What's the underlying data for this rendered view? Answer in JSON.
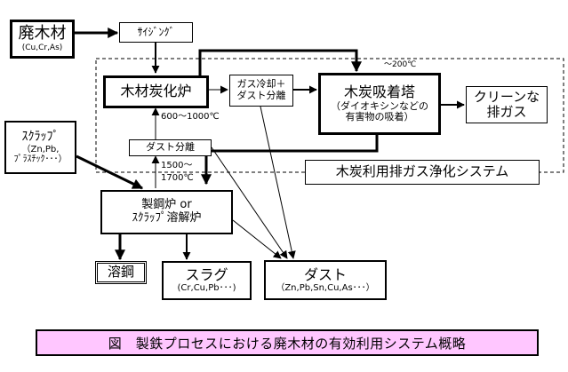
{
  "nodes": {
    "waste_wood": {
      "label": "廃木材",
      "sub": "(Cu,Cr,As)"
    },
    "sizing": {
      "label": "ｻｲｼﾞﾝｸﾞ"
    },
    "carbonizer": {
      "label": "木材炭化炉"
    },
    "gas_cooling": {
      "line1": "ガス冷却＋",
      "line2": "ダスト分離"
    },
    "adsorption_tower": {
      "label": "木炭吸着塔",
      "sub1": "（ダイオキシンなどの",
      "sub2": "有害物の吸着）"
    },
    "clean_gas": {
      "line1": "クリーンな",
      "line2": "排ガス"
    },
    "scrap": {
      "label": "ｽｸﾗｯﾌﾟ",
      "sub1": "（Zn,Pb,",
      "sub2": "ﾌﾟﾗｽﾁｯｸ･･･）"
    },
    "dust_separation": {
      "label": "ダスト分離"
    },
    "furnace": {
      "line1": "製鋼炉 or",
      "line2": "ｽｸﾗｯﾌﾟ溶解炉"
    },
    "molten_steel": {
      "label": "溶鋼"
    },
    "slag": {
      "label": "スラグ",
      "sub": "(Cr,Cu,Pb･･･)"
    },
    "dust": {
      "label": "ダスト",
      "sub": "（Zn,Pb,Sn,Cu,As･･･）"
    },
    "system": {
      "label": "木炭利用排ガス浄化システム"
    }
  },
  "labels": {
    "temp_tower": "～200℃",
    "temp_carbonizer": "600～1000℃",
    "temp_furnace_1": "1500～",
    "temp_furnace_2": "1700℃"
  },
  "caption": "図　製鉄プロセスにおける廃木材の有効利用システム概略"
}
